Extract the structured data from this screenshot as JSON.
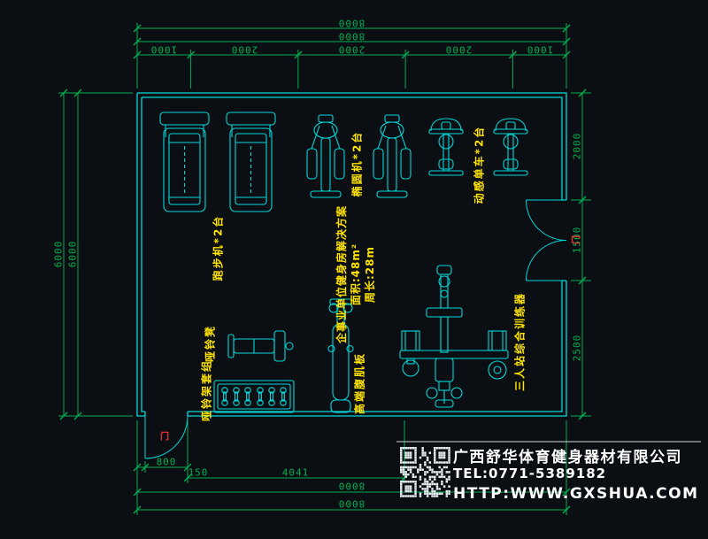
{
  "colors": {
    "background": "#0b0e13",
    "plan_line": "#00d9d9",
    "dimension": "#00b050",
    "equipment_label": "#ffe400",
    "door_label": "#ff3333",
    "title_text": "#ffffff"
  },
  "dims": {
    "top_total_1": "8000",
    "top_total_2": "8000",
    "top_segments": [
      "1000",
      "2000",
      "2000",
      "2000",
      "1000"
    ],
    "left": [
      "6000",
      "6000"
    ],
    "right": [
      "2000",
      "1500",
      "2500"
    ],
    "bottom_small": [
      "800",
      "150",
      "4041"
    ],
    "bottom_total": [
      "8000",
      "8000"
    ]
  },
  "equipment_labels": {
    "treadmill": "跑步机*2台",
    "elliptical": "椭圆机*2台",
    "spin_bike": "动感单车*2台",
    "dumbbell_bench": "哑铃凳",
    "dumbbell_rack": "哑铃架套组",
    "ab_board": "高端腹肌板",
    "multi_station": "三人站综合训练器"
  },
  "solution_note": {
    "line1": "企事业单位健身房解决方案",
    "line2": "面积:48m²",
    "line3": "周长:28m"
  },
  "doors": {
    "right": "门",
    "bottom": "门"
  },
  "company": {
    "name": "广西舒华体育健身器材有限公司",
    "tel": "TEL:0771-5389182",
    "web": "HTTP:WWW.GXSHUA.COM"
  }
}
